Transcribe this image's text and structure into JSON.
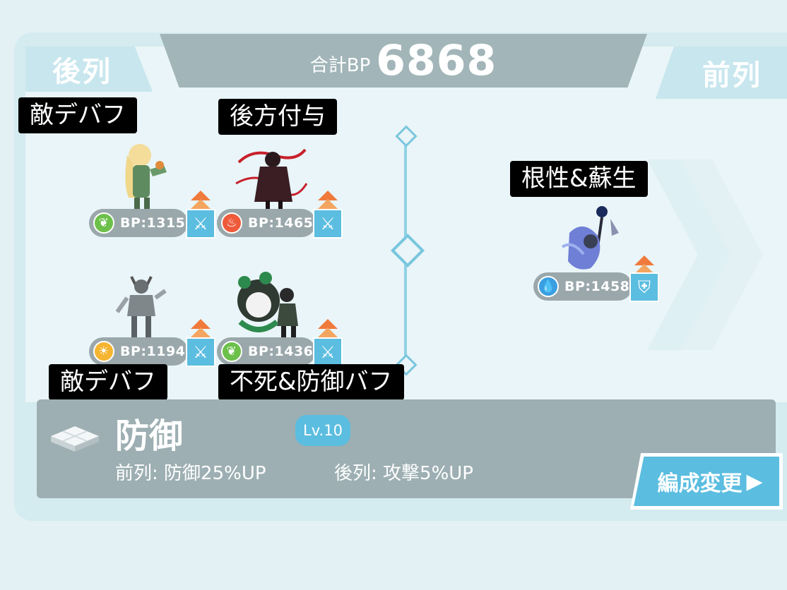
{
  "tabs": {
    "back": "後列",
    "front": "前列"
  },
  "total_bp": {
    "label": "合計BP",
    "value": "6868"
  },
  "tags": {
    "unit1": "敵デバフ",
    "unit2": "後方付与",
    "unit3": "敵デバフ",
    "unit4": "不死&防御バフ",
    "unit5": "根性&蘇生"
  },
  "units": [
    {
      "bp": "BP:1315",
      "element": "leaf-icon",
      "element_color": "#6cc04a",
      "role": "sword-icon"
    },
    {
      "bp": "BP:1465",
      "element": "flame-icon",
      "element_color": "#ef5a3a",
      "role": "sword-icon"
    },
    {
      "bp": "BP:1194",
      "element": "sun-icon",
      "element_color": "#f5b531",
      "role": "sword-icon"
    },
    {
      "bp": "BP:1436",
      "element": "leaf-icon",
      "element_color": "#6cc04a",
      "role": "sword-icon"
    },
    {
      "bp": "BP:1458",
      "element": "water-drop-icon",
      "element_color": "#3a9fe0",
      "role": "shield-icon"
    }
  ],
  "formation": {
    "name": "防御",
    "level": "Lv.10",
    "front_effect": "前列: 防御25%UP",
    "back_effect": "後列: 攻撃5%UP"
  },
  "edit_button": {
    "label": "編成変更",
    "arrow": "▶"
  },
  "colors": {
    "accent": "#5bbde0",
    "panel": "#9dafb2",
    "background": "#e3f1f4"
  }
}
